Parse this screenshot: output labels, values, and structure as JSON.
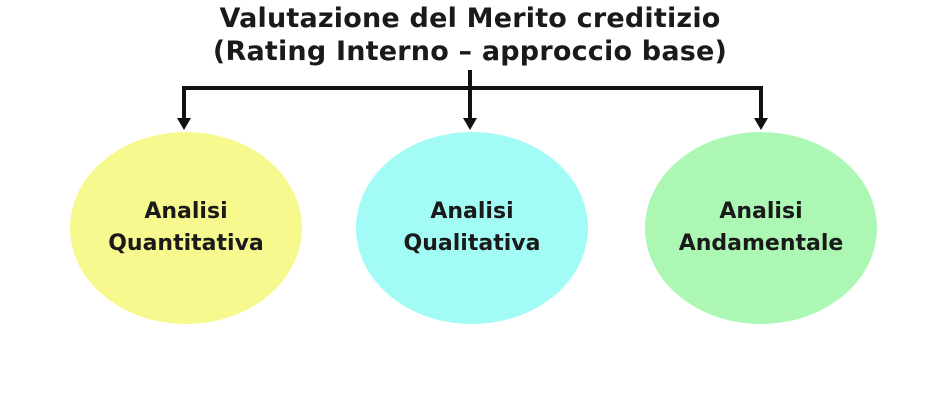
{
  "title": {
    "line1": "Valutazione del Merito creditizio",
    "line2": "(Rating Interno – approccio base)"
  },
  "nodes": [
    {
      "line1": "Analisi",
      "line2": "Quantitativa",
      "color": "#f7f98f"
    },
    {
      "line1": "Analisi",
      "line2": "Qualitativa",
      "color": "#a3fbf6"
    },
    {
      "line1": "Analisi",
      "line2": "Andamentale",
      "color": "#adf7b5"
    }
  ],
  "colors": {
    "connector": "#111111",
    "text": "#1a1a1a",
    "background": "#ffffff"
  }
}
